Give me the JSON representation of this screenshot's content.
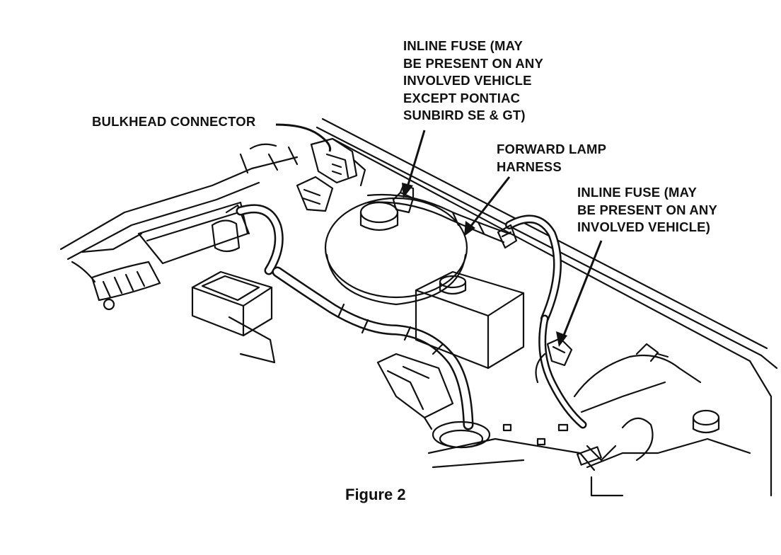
{
  "labels": {
    "bulkhead_connector": "BULKHEAD CONNECTOR",
    "inline_fuse_center": "INLINE FUSE (MAY\nBE PRESENT ON ANY\nINVOLVED VEHICLE\nEXCEPT PONTIAC\nSUNBIRD SE & GT)",
    "forward_lamp_harness": "FORWARD LAMP\nHARNESS",
    "inline_fuse_right": "INLINE FUSE (MAY\nBE PRESENT ON ANY\nINVOLVED VEHICLE)"
  },
  "caption": "Figure 2",
  "colors": {
    "ink": "#111111",
    "paper": "#ffffff"
  }
}
